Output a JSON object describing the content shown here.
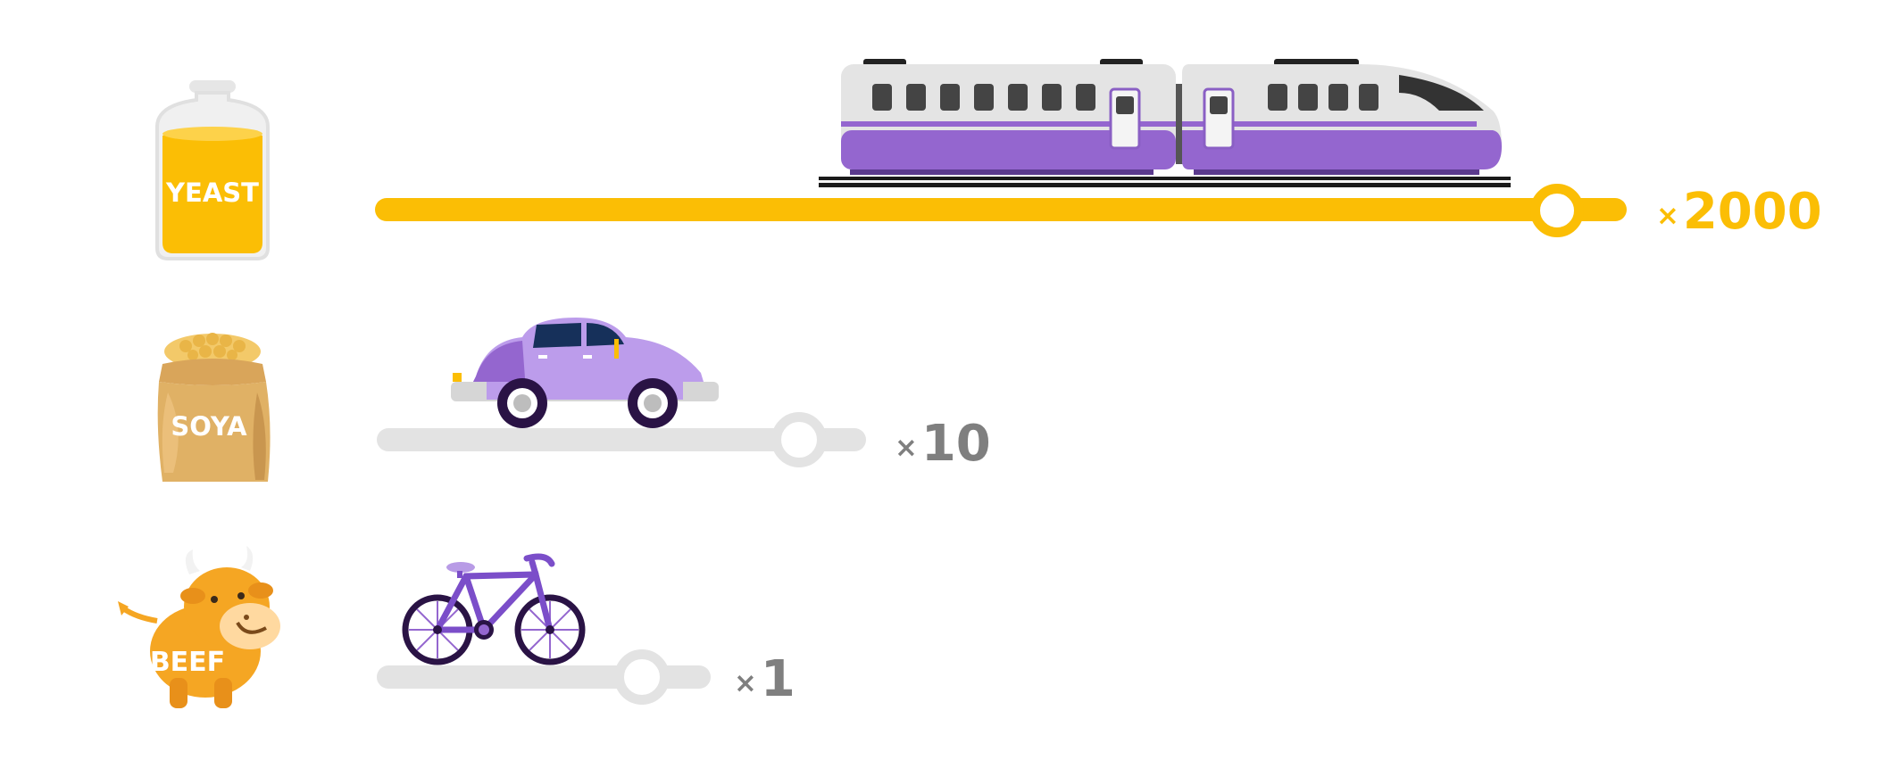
{
  "rows": [
    {
      "ingredient": "YEAST",
      "vehicle": "train",
      "icon": "yeast-jar-icon",
      "vehicle_icon": "train-icon",
      "multiplier_symbol": "×",
      "multiplier_value": "2000",
      "color": "#FBBE05"
    },
    {
      "ingredient": "SOYA",
      "vehicle": "car",
      "icon": "soya-sack-icon",
      "vehicle_icon": "car-icon",
      "multiplier_symbol": "×",
      "multiplier_value": "10",
      "color": "#7F7F7F"
    },
    {
      "ingredient": "BEEF",
      "vehicle": "bicycle",
      "icon": "cow-icon",
      "vehicle_icon": "bicycle-icon",
      "multiplier_symbol": "×",
      "multiplier_value": "1",
      "color": "#7F7F7F"
    }
  ],
  "colors": {
    "yellow": "#FBBE05",
    "purple": "#9466CF",
    "light_purple": "#BC9CEB",
    "dark_purple": "#3C1A6B",
    "track_grey": "#E3E3E3",
    "text_grey": "#7F7F7F",
    "sack": "#E0B165",
    "cow": "#F5A623"
  }
}
